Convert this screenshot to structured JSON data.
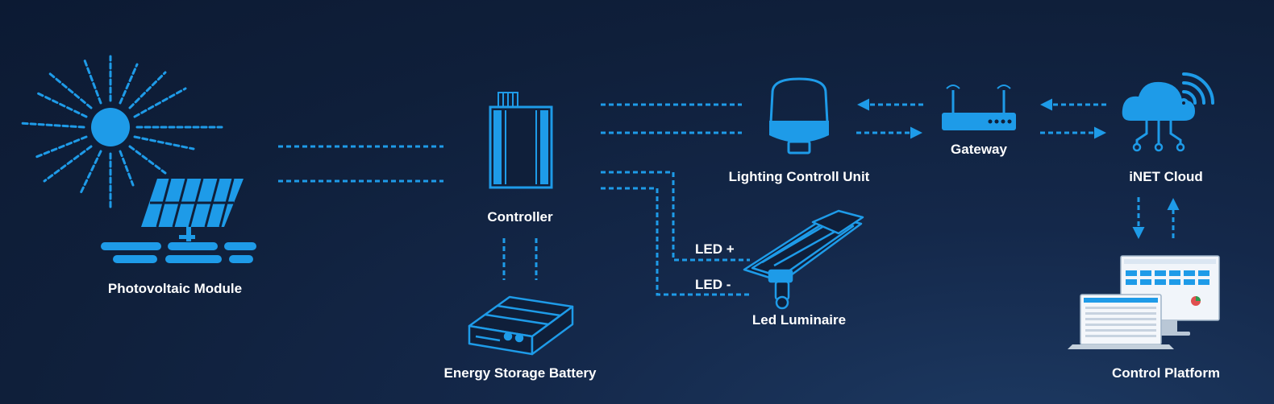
{
  "colors": {
    "accent": "#1e9be8",
    "accent_light": "#36b4ff",
    "label": "#ffffff"
  },
  "labels": {
    "photovoltaic_module": "Photovoltaic Module",
    "controller": "Controller",
    "energy_storage_battery": "Energy Storage Battery",
    "lighting_control_unit": "Lighting Controll Unit",
    "gateway": "Gateway",
    "inet_cloud": "iNET Cloud",
    "led_luminaire": "Led Luminaire",
    "control_platform": "Control Platform",
    "led_plus": "LED +",
    "led_minus": "LED -"
  },
  "icons": [
    "sun-icon",
    "solar-panel-icon",
    "controller-icon",
    "battery-icon",
    "lighting-control-unit-icon",
    "router-icon",
    "cloud-icon",
    "luminaire-icon",
    "monitor-icon",
    "laptop-icon"
  ]
}
